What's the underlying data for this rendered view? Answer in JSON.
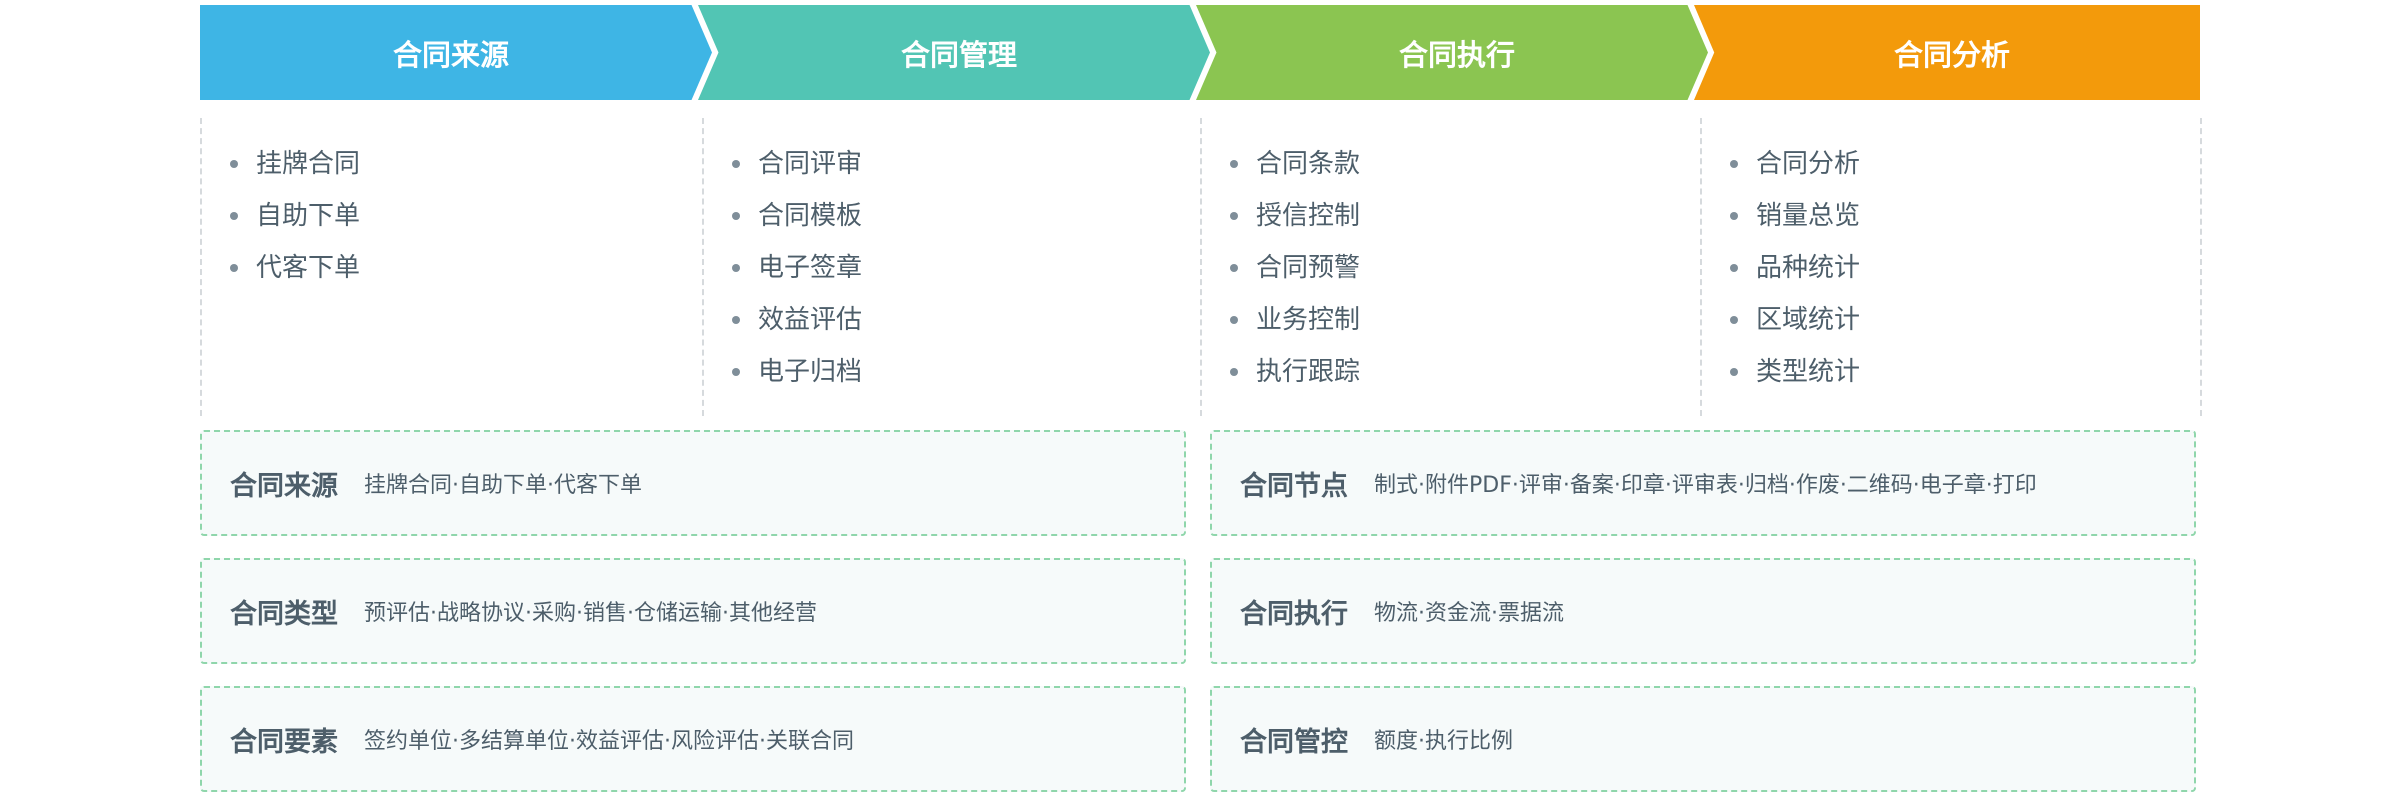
{
  "stages": [
    {
      "title": "合同来源",
      "color": "#3eb5e5",
      "items": [
        "挂牌合同",
        "自助下单",
        "代客下单"
      ]
    },
    {
      "title": "合同管理",
      "color": "#52c5b4",
      "items": [
        "合同评审",
        "合同模板",
        "电子签章",
        "效益评估",
        "电子归档"
      ]
    },
    {
      "title": "合同执行",
      "color": "#8bc551",
      "items": [
        "合同条款",
        "授信控制",
        "合同预警",
        "业务控制",
        "执行跟踪"
      ]
    },
    {
      "title": "合同分析",
      "color": "#f39a0b",
      "items": [
        "合同分析",
        "销量总览",
        "品种统计",
        "区域统计",
        "类型统计"
      ]
    }
  ],
  "boxes": [
    {
      "title": "合同来源",
      "content": "挂牌合同·自助下单·代客下单"
    },
    {
      "title": "合同节点",
      "content": "制式·附件PDF·评审·备案·印章·评审表·归档·作废·二维码·电子章·打印"
    },
    {
      "title": "合同类型",
      "content": "预评估·战略协议·采购·销售·仓储运输·其他经营"
    },
    {
      "title": "合同执行",
      "content": "物流·资金流·票据流"
    },
    {
      "title": "合同要素",
      "content": "签约单位·多结算单位·效益评估·风险评估·关联合同"
    },
    {
      "title": "合同管控",
      "content": "额度·执行比例"
    }
  ]
}
